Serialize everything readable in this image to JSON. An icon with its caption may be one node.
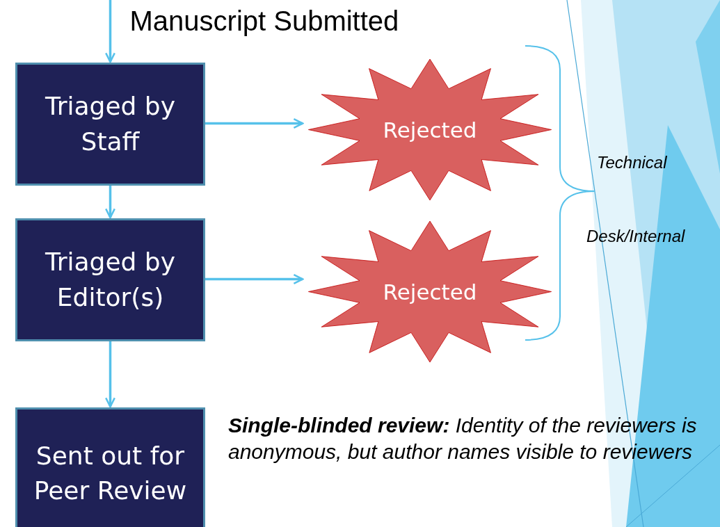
{
  "diagram": {
    "nodes": [
      {
        "text": [
          "Triaged by Staff"
        ]
      },
      {
        "text": [
          "Rejected"
        ]
      },
      {
        "text": [
          "Triaged by Editor(s)"
        ]
      },
      {
        "text": [
          "Rejected"
        ]
      },
      {
        "text": [
          "Sent out for Peer Review"
        ]
      }
    ],
    "edges": [
      {
        "from": null,
        "to": 0,
        "arrow": "to",
        "label": "Manuscript Submitted"
      },
      {
        "from": 0,
        "to": 1,
        "arrow": "to"
      },
      {
        "from": 0,
        "to": 2,
        "arrow": "to"
      },
      {
        "from": 2,
        "to": 3,
        "arrow": "to"
      },
      {
        "from": 2,
        "to": 4,
        "arrow": "to"
      }
    ],
    "labels": [
      "Technical",
      "Desk/Internal",
      "**Single-blinded review:** Identity of the reviewers is anonymous, but author names visible to reviewers"
    ]
  }
}
